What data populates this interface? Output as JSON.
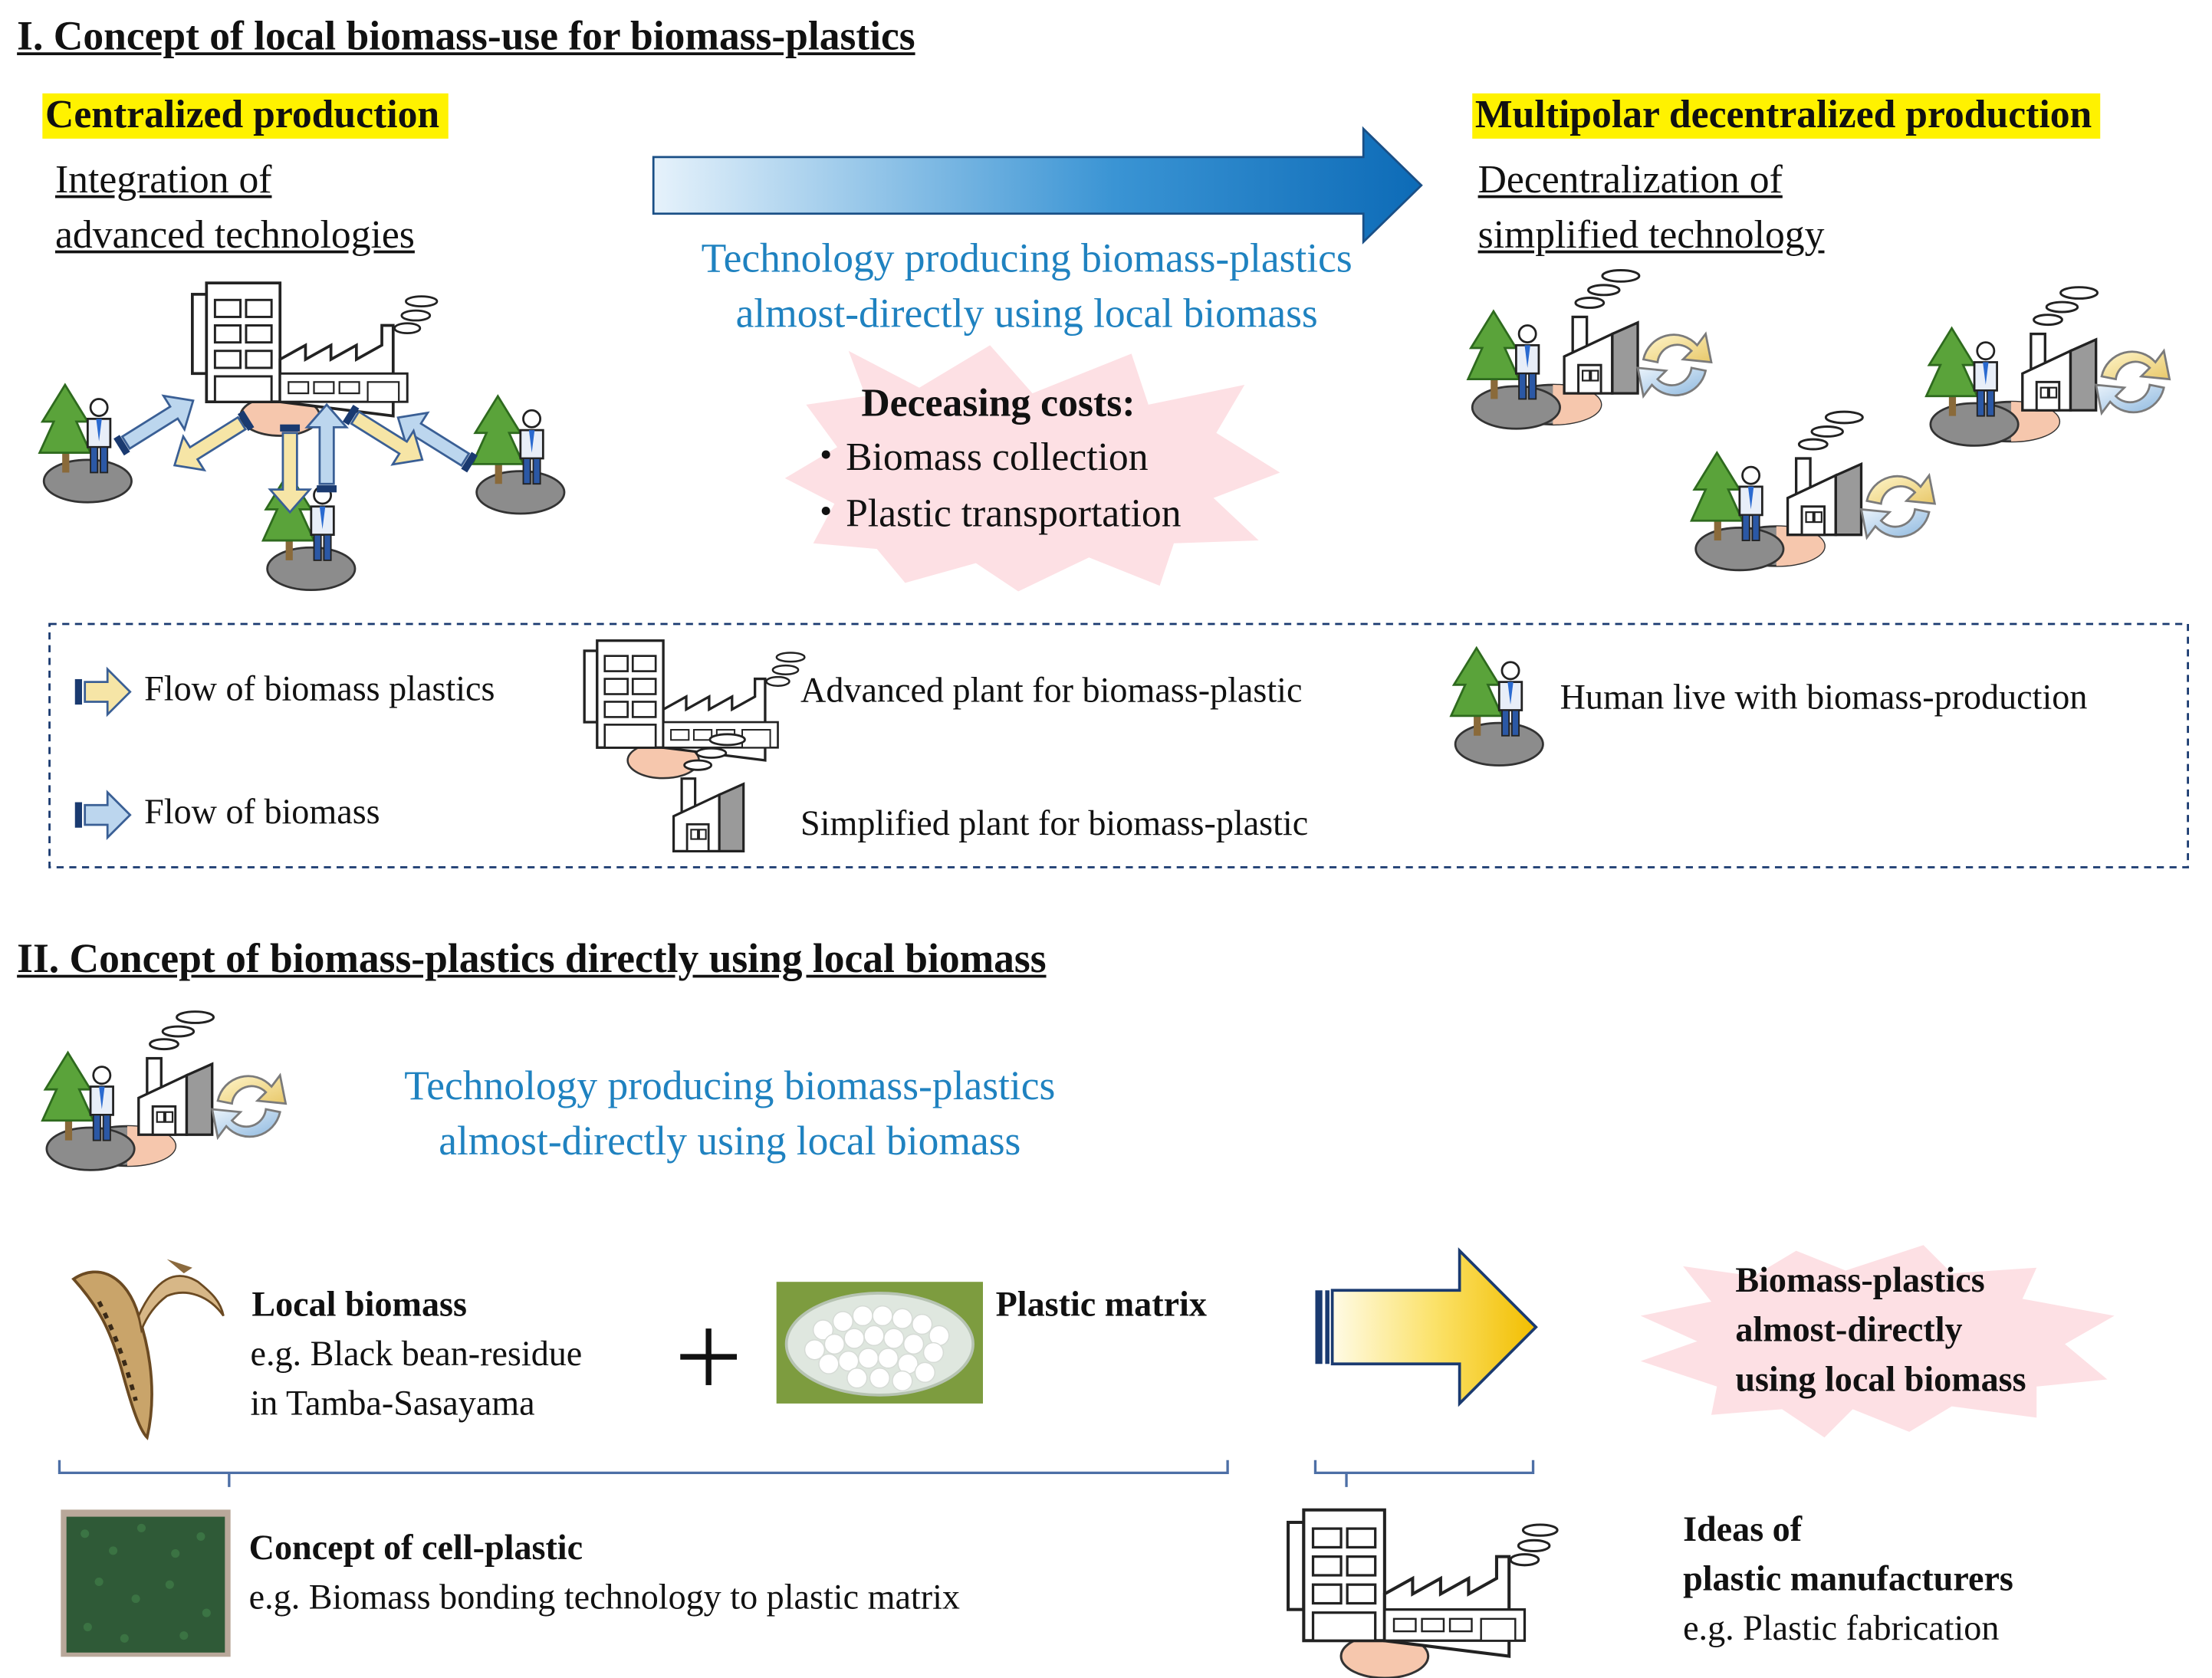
{
  "section1": {
    "title": "I. Concept of local biomass-use for biomass-plastics",
    "left": {
      "heading": "Centralized production",
      "sub_line1": "Integration of",
      "sub_line2": "advanced technologies"
    },
    "right": {
      "heading": "Multipolar decentralized production",
      "sub_line1": "Decentralization of",
      "sub_line2": "simplified technology"
    },
    "center": {
      "tech_line1": "Technology producing biomass-plastics",
      "tech_line2": "almost-directly using local biomass",
      "costs_title": "Deceasing costs:",
      "cost_items": [
        "・Biomass collection",
        "・Plastic transportation"
      ]
    },
    "legend": {
      "flow_plastics": "Flow of biomass plastics",
      "flow_biomass": "Flow of biomass",
      "advanced_plant": "Advanced plant for biomass-plastic",
      "simplified_plant": "Simplified plant for biomass-plastic",
      "human": "Human live with biomass-production"
    }
  },
  "section2": {
    "title": "II. Concept of biomass-plastics directly using local biomass",
    "tech_line1": "Technology producing biomass-plastics",
    "tech_line2": "almost-directly using local biomass",
    "local_biomass": {
      "title": "Local biomass",
      "line1": "e.g. Black bean-residue",
      "line2": "in Tamba-Sasayama"
    },
    "plus": "+",
    "plastic_matrix": "Plastic matrix",
    "result": {
      "line1": "Biomass-plastics",
      "line2": "almost-directly",
      "line3": "using local biomass"
    },
    "cell_plastic": {
      "title": "Concept of cell-plastic",
      "line1": "e.g. Biomass bonding technology to plastic matrix"
    },
    "manufacturers": {
      "line1": "Ideas of",
      "line2": "plastic manufacturers",
      "line3": "e.g. Plastic fabrication"
    }
  },
  "colors": {
    "highlight": "#fff200",
    "tech_text": "#1f82c0",
    "tree": "#5aa33a",
    "flow_biomass": "#bcd6ee",
    "flow_plastics": "#f6e5a6",
    "starburst": "#fde0e4",
    "big_arrow_yellow": "#f5c400"
  }
}
